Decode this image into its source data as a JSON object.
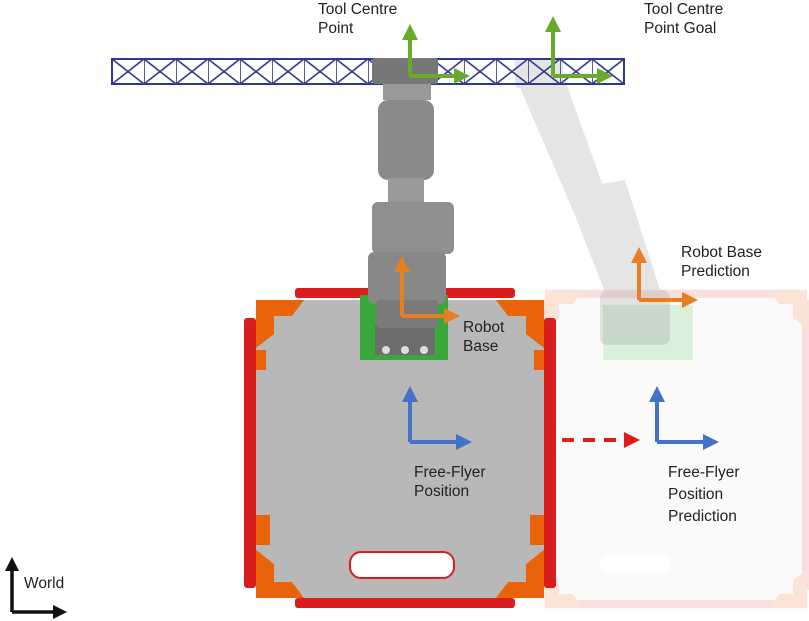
{
  "labels": {
    "tool_centre_point": [
      "Tool Centre",
      "Point"
    ],
    "tool_centre_point_goal": [
      "Tool Centre",
      "Point Goal"
    ],
    "robot_base": [
      "Robot",
      "Base"
    ],
    "robot_base_prediction": [
      "Robot Base",
      "Prediction"
    ],
    "free_flyer_position": [
      "Free-Flyer",
      "Position"
    ],
    "free_flyer_position_prediction": [
      "Free-Flyer",
      "Position",
      "Prediction"
    ],
    "world": "World"
  },
  "colors": {
    "truss": "#2b3a8f",
    "frame_orange": "#e8630a",
    "frame_red": "#d91c1c",
    "plate_grey": "#b8b8b8",
    "ghost_plate": "#f1f1f1",
    "arm_grey": "#8d8d8d",
    "board_green": "#3aa73a",
    "axis_green": "#6aaa2a",
    "axis_orange": "#e67e22",
    "axis_blue": "#4472c4",
    "motion_arrow": "#e01b1b",
    "world_axis": "#111111"
  }
}
